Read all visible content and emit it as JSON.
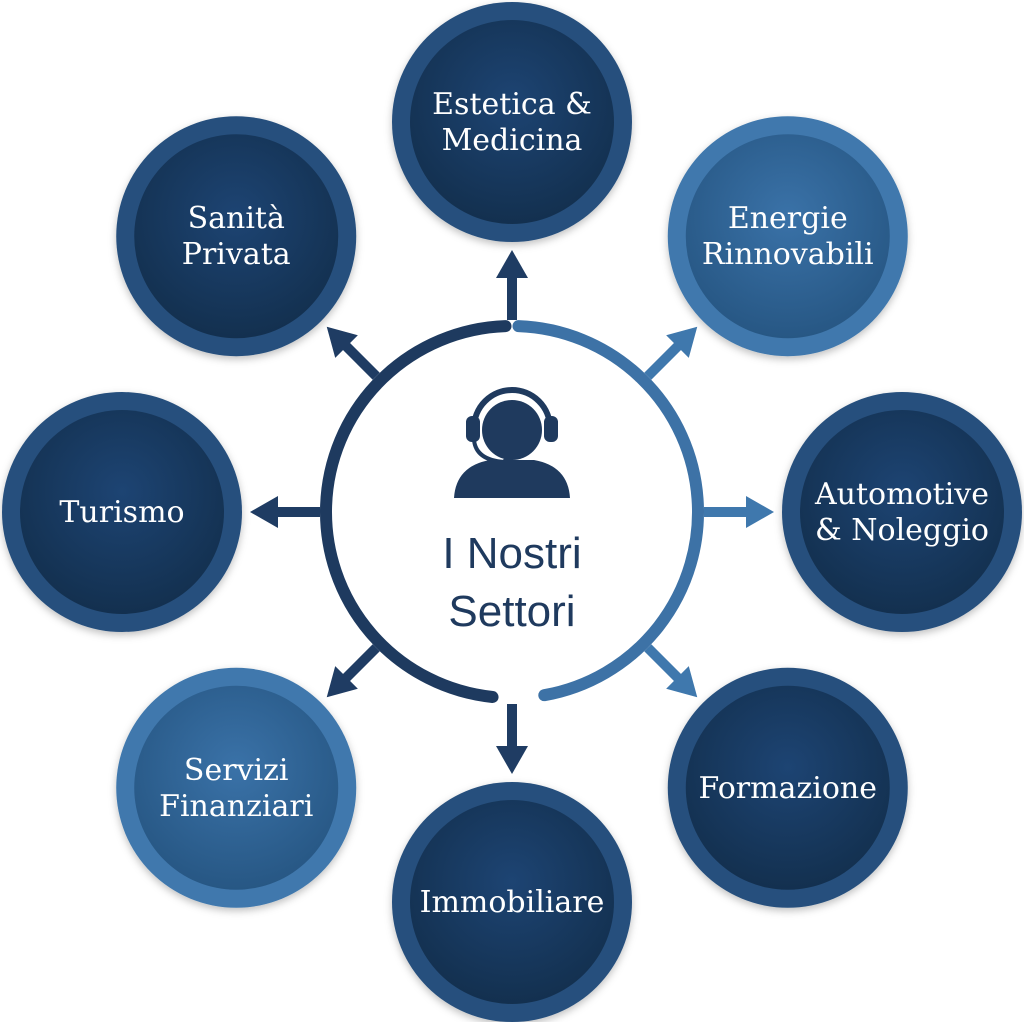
{
  "center": {
    "title_lines": [
      "I Nostri",
      "Settori"
    ],
    "icon": "headset-agent-icon"
  },
  "sectors": [
    {
      "id": "estetica-medicina",
      "lines": [
        "Estetica &",
        "Medicina"
      ],
      "tone": "dark"
    },
    {
      "id": "energie-rinnovabili",
      "lines": [
        "Energie",
        "Rinnovabili"
      ],
      "tone": "light"
    },
    {
      "id": "automotive-noleggio",
      "lines": [
        "Automotive",
        "& Noleggio"
      ],
      "tone": "dark"
    },
    {
      "id": "formazione",
      "lines": [
        "Formazione"
      ],
      "tone": "dark"
    },
    {
      "id": "immobiliare",
      "lines": [
        "Immobiliare"
      ],
      "tone": "dark"
    },
    {
      "id": "servizi-finanziari",
      "lines": [
        "Servizi",
        "Finanziari"
      ],
      "tone": "light"
    },
    {
      "id": "turismo",
      "lines": [
        "Turismo"
      ],
      "tone": "dark"
    },
    {
      "id": "sanita-privata",
      "lines": [
        "Sanità",
        "Privata"
      ],
      "tone": "dark"
    }
  ],
  "colors": {
    "dark_ring": "#27507d",
    "dark_fill": "#173a63",
    "light_ring": "#3f78ad",
    "light_fill": "#2f6497",
    "hub_ring_dark": "#1e3a5f",
    "hub_ring_light": "#3d72a6",
    "arrow_dark": "#1f3c63",
    "arrow_light": "#3f78ad",
    "title": "#1f3a5e"
  }
}
